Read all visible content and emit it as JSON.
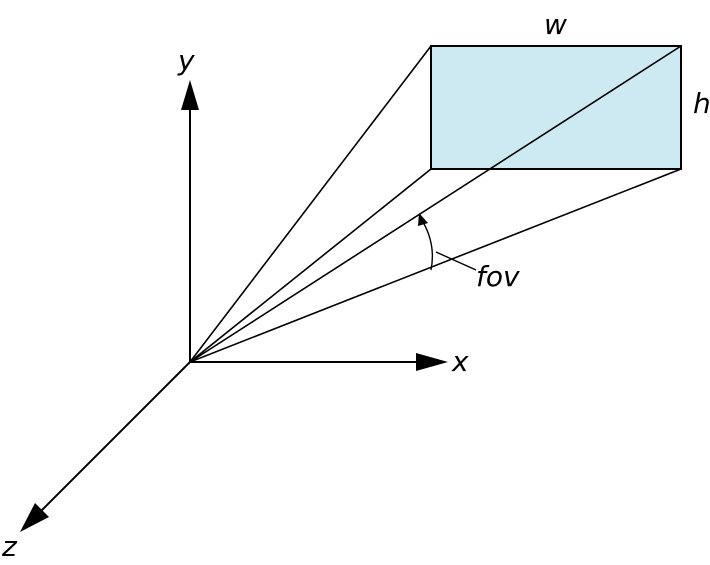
{
  "labels": {
    "y_axis": "y",
    "x_axis": "x",
    "z_axis": "z",
    "width": "w",
    "height": "h",
    "fov": "fov"
  },
  "colors": {
    "plane_fill": "#cdeaf2",
    "stroke": "#000000",
    "background": "#ffffff"
  }
}
